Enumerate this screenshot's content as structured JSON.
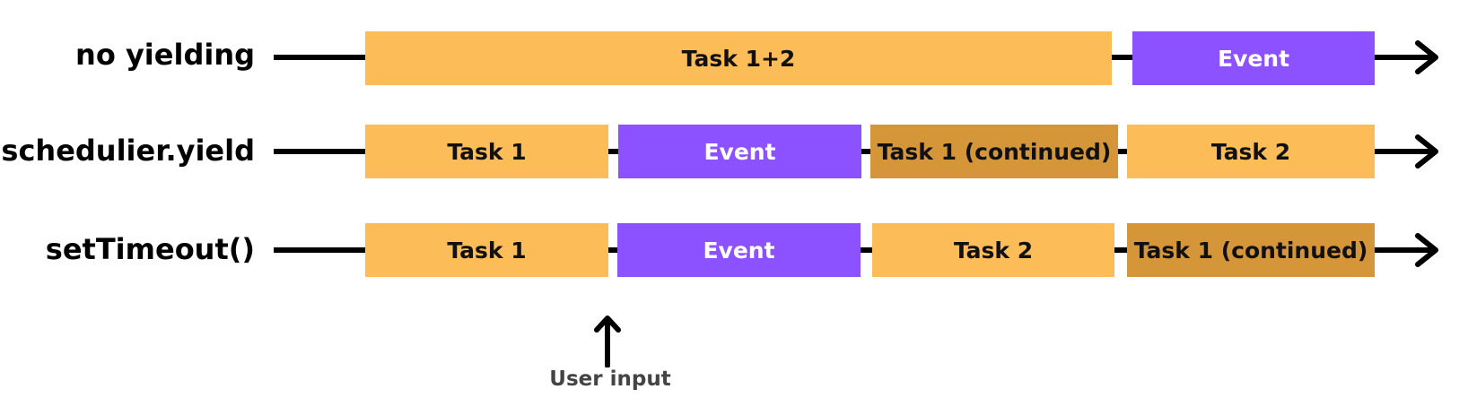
{
  "colors": {
    "task": "#fcbc58",
    "task_continued": "#d5963a",
    "event": "#8c52ff",
    "line": "#000000"
  },
  "rows": [
    {
      "label": "no yielding",
      "blocks": [
        {
          "text": "Task 1+2",
          "kind": "task"
        },
        {
          "text": "Event",
          "kind": "event"
        }
      ]
    },
    {
      "label": "schedulier.yield",
      "blocks": [
        {
          "text": "Task 1",
          "kind": "task"
        },
        {
          "text": "Event",
          "kind": "event"
        },
        {
          "text": "Task 1 (continued)",
          "kind": "continued"
        },
        {
          "text": "Task 2",
          "kind": "task"
        }
      ]
    },
    {
      "label": "setTimeout()",
      "blocks": [
        {
          "text": "Task 1",
          "kind": "task"
        },
        {
          "text": "Event",
          "kind": "event"
        },
        {
          "text": "Task 2",
          "kind": "task"
        },
        {
          "text": "Task 1 (continued)",
          "kind": "continued"
        }
      ]
    }
  ],
  "annotation": {
    "label": "User input",
    "icon": "up-arrow-icon"
  }
}
